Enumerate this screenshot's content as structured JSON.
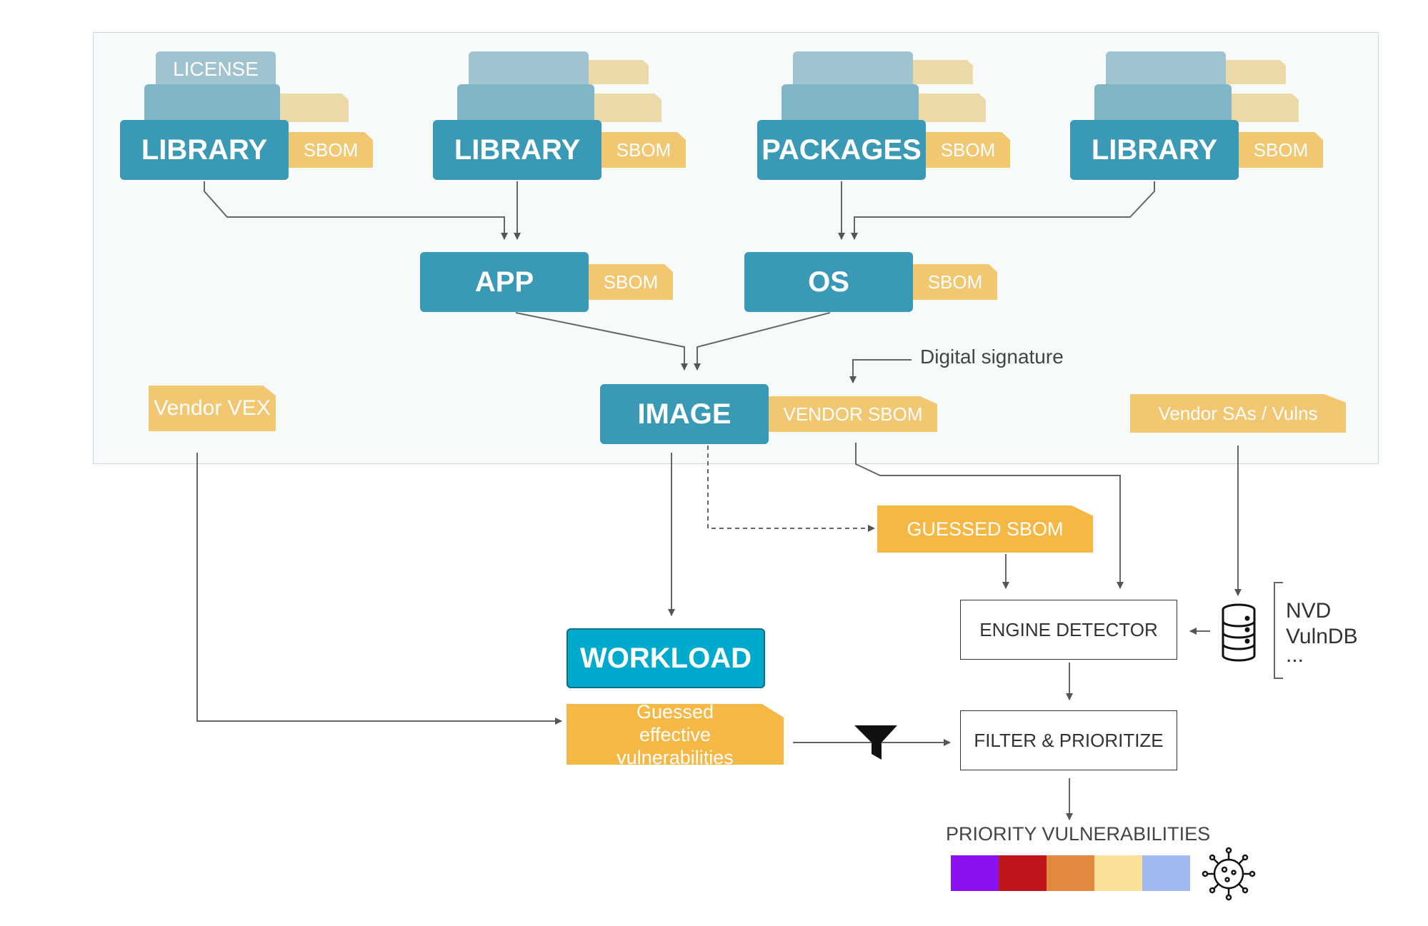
{
  "top_row": [
    {
      "name": "LIBRARY",
      "tag": "SBOM",
      "stack_label": "LICENSE"
    },
    {
      "name": "LIBRARY",
      "tag": "SBOM",
      "stack_label": ""
    },
    {
      "name": "PACKAGES",
      "tag": "SBOM",
      "stack_label": ""
    },
    {
      "name": "LIBRARY",
      "tag": "SBOM",
      "stack_label": ""
    }
  ],
  "middle_row": [
    {
      "name": "APP",
      "tag": "SBOM"
    },
    {
      "name": "OS",
      "tag": "SBOM"
    }
  ],
  "image": {
    "name": "IMAGE",
    "tag": "VENDOR SBOM"
  },
  "digital_signature": "Digital signature",
  "vendor_vex": "Vendor VEX",
  "vendor_sas": "Vendor SAs / Vulns",
  "guessed_sbom": "GUESSED SBOM",
  "workload": "WORKLOAD",
  "guessed_effective": "Guessed effective vulnerabilities",
  "engine_detector": "ENGINE DETECTOR",
  "filter_prioritize": "FILTER & PRIORITIZE",
  "vuln_sources": [
    "NVD",
    "VulnDB",
    "..."
  ],
  "priority_title": "PRIORITY VULNERABILITIES",
  "severity_colors": [
    "#8a12f0",
    "#c0161b",
    "#e0893f",
    "#fde098",
    "#9fbaee"
  ],
  "icons": [
    "database-icon",
    "filter-funnel-icon",
    "virus-icon"
  ]
}
